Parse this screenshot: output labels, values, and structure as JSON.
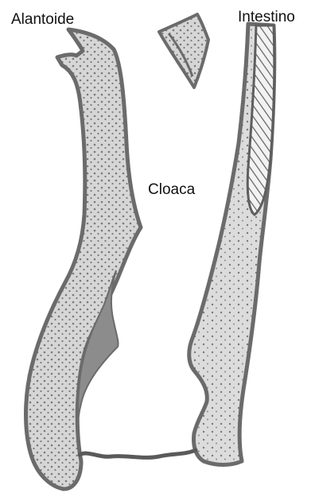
{
  "labels": {
    "alantoide": "Alantoide",
    "intestino": "Intestino",
    "cloaca": "Cloaca"
  },
  "colors": {
    "outline": "#6b6b6b",
    "wall_fill": "#d6d6d6",
    "dots": "#7a7a7a",
    "dark_tissue": "#8c8c8c",
    "membrane": "#5a5a5a",
    "hatch": "#5e5e5e"
  }
}
